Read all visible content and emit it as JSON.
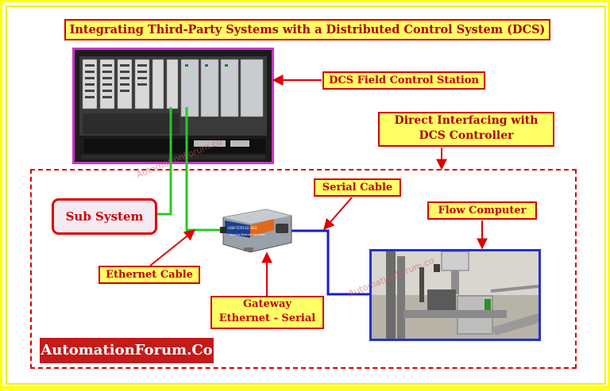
{
  "title": "Integrating Third-Party Systems with a Distributed Control System (DCS)",
  "labels": {
    "dcs_field_control_station": "DCS Field Control Station",
    "direct_interfacing_line1": "Direct Interfacing with",
    "direct_interfacing_line2": "DCS Controller",
    "serial_cable": "Serial Cable",
    "flow_computer": "Flow Computer",
    "ethernet_cable": "Ethernet Cable",
    "gateway_line1": "Gateway",
    "gateway_line2": "Ethernet - Serial",
    "sub_system": "Sub System"
  },
  "brand": "AutomationForum.Co",
  "watermark": "AutomationForum.co",
  "device": {
    "gateway_model": "USR-TCP232-302",
    "gateway_caption": "Serial to Ethernet Converter"
  },
  "colors": {
    "ethernet_cable": "#22cc22",
    "serial_cable": "#1a1acc",
    "arrow": "#dd0000",
    "label_fill": "#ffff66",
    "label_border": "#d40000",
    "brand_fill": "#c41a1a"
  }
}
